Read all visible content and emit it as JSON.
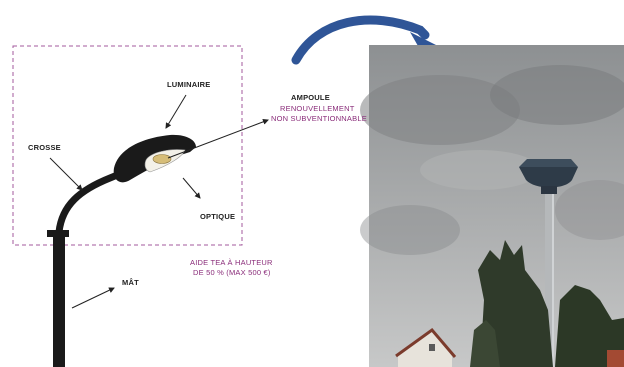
{
  "diagram": {
    "labels": {
      "luminaire": "LUMINAIRE",
      "ampoule": "AMPOULE",
      "ampoule_note_1": "RENOUVELLEMENT",
      "ampoule_note_2": "NON SUBVENTIONNABLE",
      "crosse": "CROSSE",
      "optique": "OPTIQUE",
      "mat": "MÂT",
      "aide_1": "AIDE TEA À HAUTEUR",
      "aide_2": "DE 50 % (MAX 500 €)"
    },
    "colors": {
      "dashed_box": "#a35a9c",
      "purple_text": "#8a2d7a",
      "pole": "#1a1a1a",
      "arrow_blue": "#2f5597"
    }
  },
  "photo": {
    "subject": "modern street lamp against cloudy sky"
  }
}
